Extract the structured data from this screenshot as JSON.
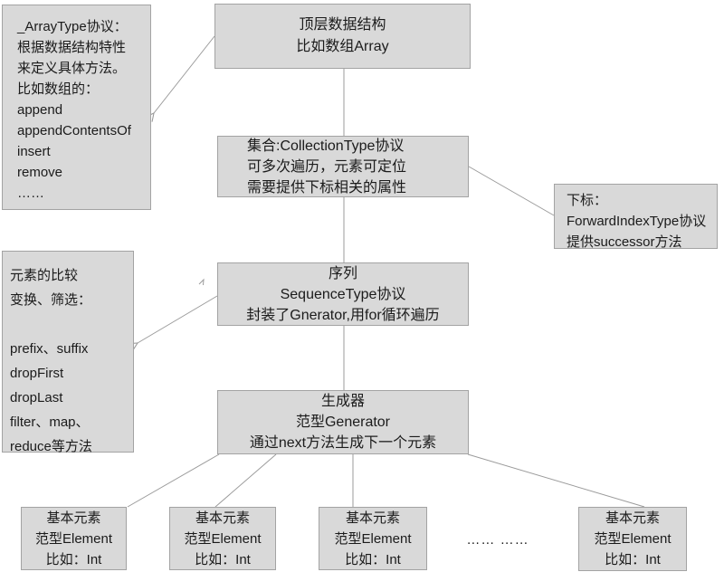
{
  "colors": {
    "background": "#ffffff",
    "box_fill": "#d9d9d9",
    "box_border": "#a3a3a3",
    "connector_line": "#9b9b9b",
    "text": "#1b1b1b"
  },
  "boxes": {
    "top": {
      "lines": [
        "顶层数据结构",
        "比如数组Array"
      ]
    },
    "array_note": {
      "lines": [
        "_ArrayType协议：",
        "根据数据结构特性",
        "来定义具体方法。",
        "比如数组的：",
        "append",
        "appendContentsOf",
        "insert",
        "remove",
        "……"
      ]
    },
    "collection": {
      "lines": [
        "集合:CollectionType协议",
        "可多次遍历，元素可定位",
        "需要提供下标相关的属性"
      ]
    },
    "subscript": {
      "lines": [
        "下标：",
        "ForwardIndexType协议",
        "提供successor方法"
      ]
    },
    "sequence": {
      "lines": [
        "序列",
        "SequenceType协议",
        "封装了Gnerator,用for循环遍历"
      ]
    },
    "ops_note": {
      "lines": [
        "元素的比较",
        "变换、筛选：",
        "",
        "prefix、suffix",
        "dropFirst",
        "dropLast",
        "filter、map、",
        "reduce等方法"
      ]
    },
    "generator": {
      "lines": [
        "生成器",
        "范型Generator",
        "通过next方法生成下一个元素"
      ]
    },
    "element": {
      "lines": [
        "基本元素",
        "范型Element",
        "比如：Int"
      ]
    },
    "ellipsis": "…… ……"
  }
}
